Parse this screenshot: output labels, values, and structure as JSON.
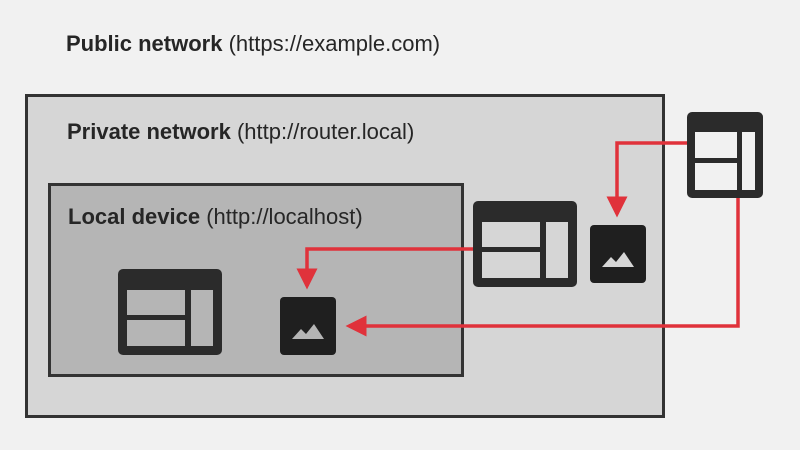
{
  "networks": {
    "public": {
      "name": "Public network",
      "url": "(https://example.com)"
    },
    "private": {
      "name": "Private network",
      "url": "(http://router.local)"
    },
    "local": {
      "name": "Local device",
      "url": "(http://localhost)"
    }
  },
  "icons": {
    "webpage": "browser-window-icon",
    "resource": "image-icon"
  },
  "colors": {
    "background": "#f1f1f1",
    "private_zone": "#d6d6d6",
    "local_zone": "#b5b5b5",
    "border": "#333333",
    "icon": "#2b2b2b",
    "arrow": "#e0323b"
  }
}
